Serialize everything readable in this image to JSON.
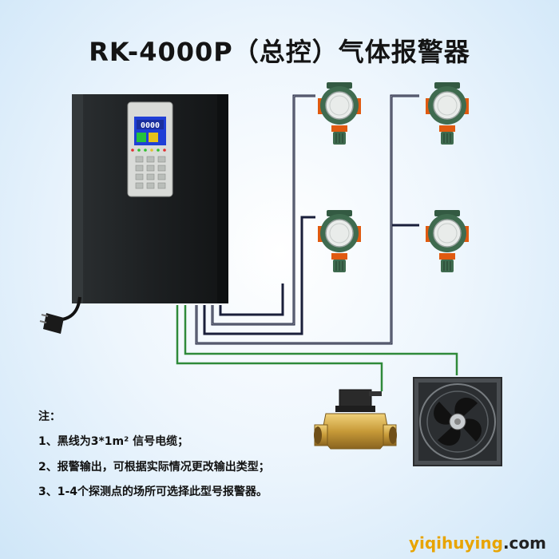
{
  "title": "RK-4000P（总控）气体报警器",
  "notes": {
    "heading": "注：",
    "items": [
      "1、黑线为3*1m² 信号电缆；",
      "2、报警输出，可根据实际情况更改输出类型；",
      "3、1-4个探测点的场所可选择此型号报警器。"
    ]
  },
  "panel_display": "0000",
  "watermark": {
    "brand": "yiqihuying",
    "suffix": ".com"
  },
  "colors": {
    "signal_cable": "#1a1f3a",
    "output_cable": "#2f8a3a",
    "detector_body": "#3f6b4f",
    "detector_orange": "#e05a10"
  }
}
